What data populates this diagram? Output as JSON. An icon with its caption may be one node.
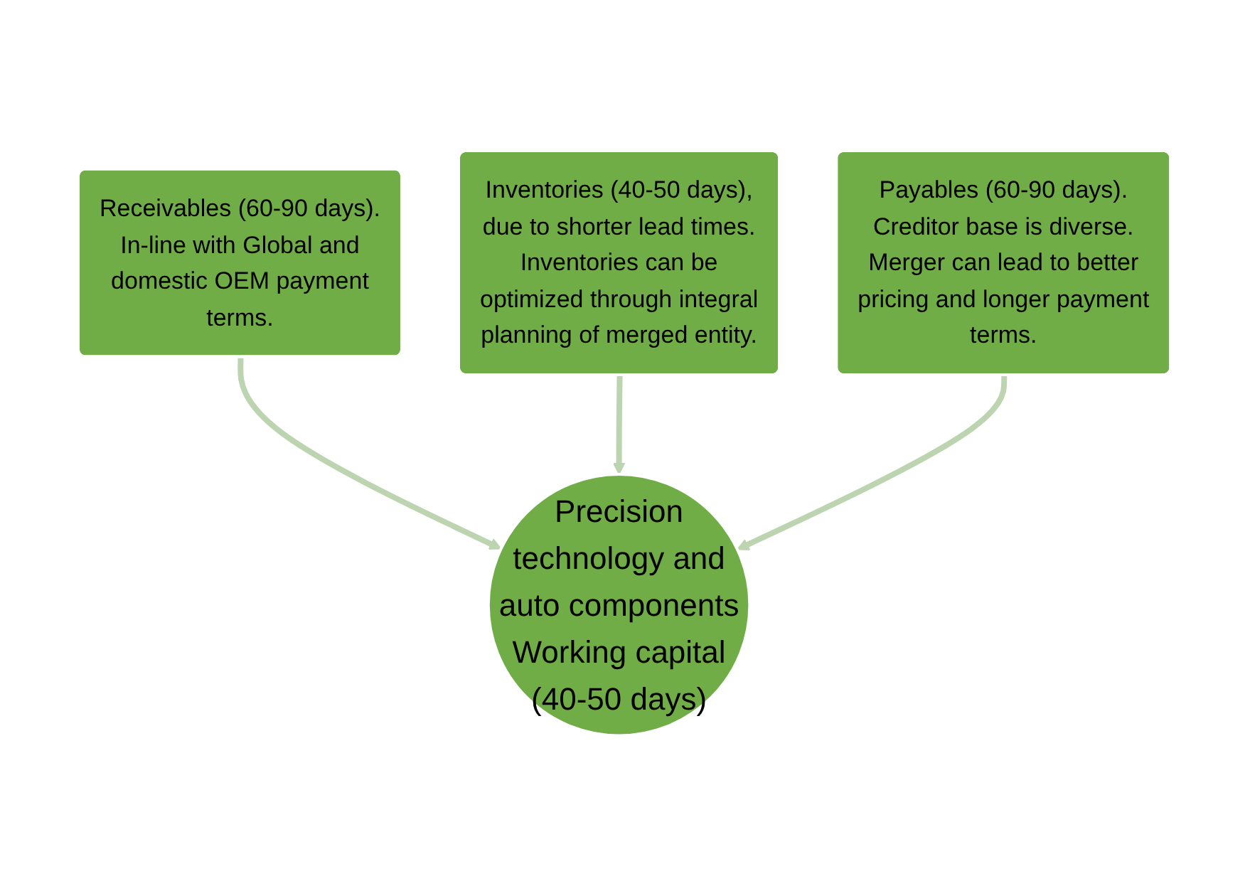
{
  "diagram": {
    "nodes": [
      {
        "text": [
          "Receivables (60-90 days). In-line with Global and domestic OEM payment terms."
        ]
      },
      {
        "text": [
          "Inventories (40-50 days), due to shorter lead times. Inventories can be optimized through integral planning of merged entity."
        ]
      },
      {
        "text": [
          "Payables (60-90 days). Creditor base is diverse. Merger can lead to better pricing and longer payment terms."
        ]
      },
      {
        "text": [
          "Precision technology and auto components Working capital (40-50 days)"
        ]
      }
    ],
    "edges": [
      {
        "from": 0,
        "to": 3,
        "arrow": "to",
        "color": "#bcd5b0"
      },
      {
        "from": 1,
        "to": 3,
        "arrow": "to",
        "color": "#bcd5b0"
      },
      {
        "from": 2,
        "to": 3,
        "arrow": "to",
        "color": "#bcd5b0"
      }
    ]
  }
}
